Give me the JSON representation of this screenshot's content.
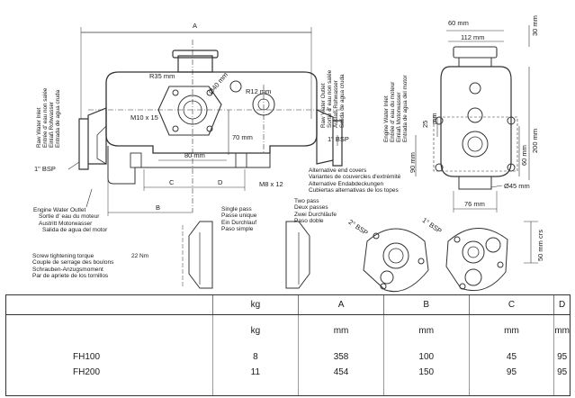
{
  "main_view": {
    "dim_a": "A",
    "dim_r35": "R35 mm",
    "dim_d40": "Ø40 mm",
    "dim_r12": "R12 mm",
    "dim_m10": "M10 x 15",
    "dim_80": "80 mm",
    "dim_70": "70 mm",
    "dim_c": "C",
    "dim_d": "D",
    "dim_m8": "M8 x 12",
    "dim_b": "B",
    "bsp_left": "1\" BSP",
    "bsp_right": "1\" BSP"
  },
  "labels": {
    "raw_water_inlet": [
      "Raw Water Inlet",
      "Entrée d' eau non salée",
      "Einlaß Rohwasser",
      "Entrada de agua cruda"
    ],
    "raw_water_outlet": [
      "Raw Water Outlet",
      "Sortie d' eau non salée",
      "Auslaß Rohwasser",
      "Salida de agua cruda"
    ],
    "engine_water_inlet": [
      "Engine Water Inlet",
      "Entrée d' eau du moteur",
      "Einlaß Motorwasser",
      "Entrada de agua del motor"
    ],
    "engine_water_outlet": [
      "Engine Water Outlet",
      "Sortie d' eau du moteur",
      "Austritt Motorwasser",
      "Salida de agua del motor"
    ],
    "screw_torque": [
      "Screw tightening torque",
      "Couple de serrage des boulons",
      "Schrauben-Anzugsmoment",
      "Par de apriete de los tornillos"
    ],
    "screw_torque_value": "22 Nm",
    "alt_covers": [
      "Alternative end covers",
      "Variantes de couvercles d'extrémité",
      "Alternative Endabdeckungen",
      "Cubiertas alternativas de los topes"
    ],
    "single_pass": [
      "Single pass",
      "Passe unique",
      "Ein Durchlauf",
      "Paso simple"
    ],
    "two_pass": [
      "Two pass",
      "Deux passes",
      "Zwei Durchläufe",
      "Paso doble"
    ],
    "deg_2": "2° BSP",
    "deg_1": "1° BSP"
  },
  "side_view": {
    "dim_60": "60 mm",
    "dim_112": "112 mm",
    "dim_30": "30 mm",
    "dim_25": "25",
    "dim_mm": "mm",
    "dim_200": "200 mm",
    "dim_60v": "60 mm",
    "dim_90": "90 mm",
    "dim_d45": "Ø45 mm",
    "dim_76": "76 mm",
    "dim_50crs": "50 mm crs"
  },
  "table": {
    "headers": [
      "",
      "kg",
      "A",
      "B",
      "C",
      "D"
    ],
    "units": [
      "",
      "",
      "mm",
      "mm",
      "mm",
      "mm"
    ],
    "rows": [
      [
        "FH100",
        "8",
        "358",
        "100",
        "45",
        "95"
      ],
      [
        "FH200",
        "11",
        "454",
        "150",
        "95",
        "95"
      ]
    ]
  }
}
